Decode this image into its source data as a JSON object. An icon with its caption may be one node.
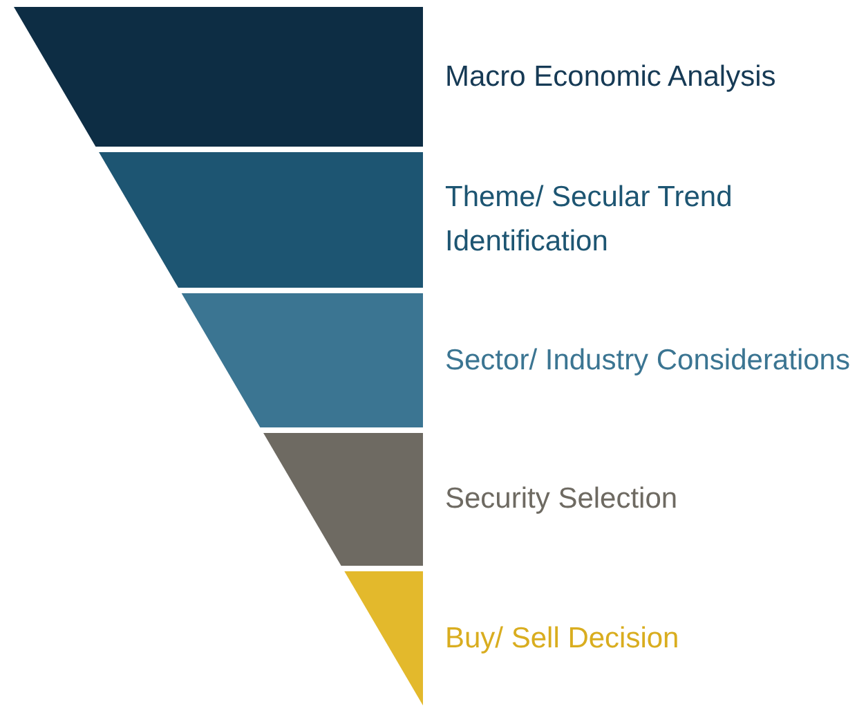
{
  "diagram": {
    "nodes": [
      {
        "text": [
          "Macro Economic Analysis"
        ]
      },
      {
        "text": [
          "Theme/ Secular Trend Identification"
        ]
      },
      {
        "text": [
          "Sector/ Industry Considerations"
        ]
      },
      {
        "text": [
          "Security Selection"
        ]
      },
      {
        "text": [
          "Buy/ Sell Decision"
        ]
      }
    ]
  }
}
